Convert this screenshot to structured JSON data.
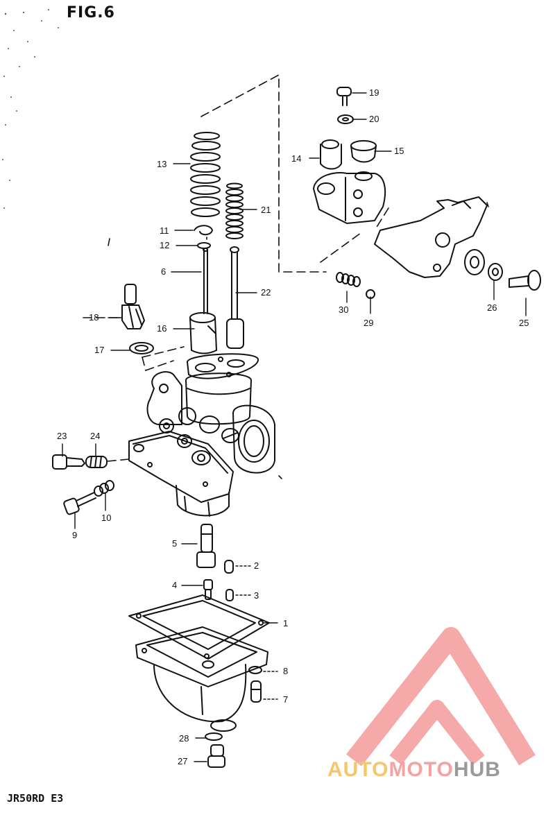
{
  "figure_title": "FIG.6",
  "model_code": "JR50RD E3",
  "logo": {
    "word_auto": "AUTO",
    "word_moto": "MOTO",
    "word_hub": "HUB",
    "colors": {
      "auto": "#f5c66a",
      "moto": "#f4a3a3",
      "hub": "#9a9a9a",
      "mark": "#f39a9a"
    }
  },
  "callouts": {
    "c1": "1",
    "c2": "2",
    "c3": "3",
    "c4": "4",
    "c5": "5",
    "c6": "6",
    "c7": "7",
    "c8": "8",
    "c9": "9",
    "c10": "10",
    "c11": "11",
    "c12": "12",
    "c13": "13",
    "c14": "14",
    "c15": "15",
    "c16": "16",
    "c17": "17",
    "c18": "18",
    "c19": "19",
    "c20": "20",
    "c21": "21",
    "c22": "22",
    "c23": "23",
    "c24": "24",
    "c25": "25",
    "c26": "26",
    "c27": "27",
    "c28": "28",
    "c29": "29",
    "c30": "30"
  }
}
